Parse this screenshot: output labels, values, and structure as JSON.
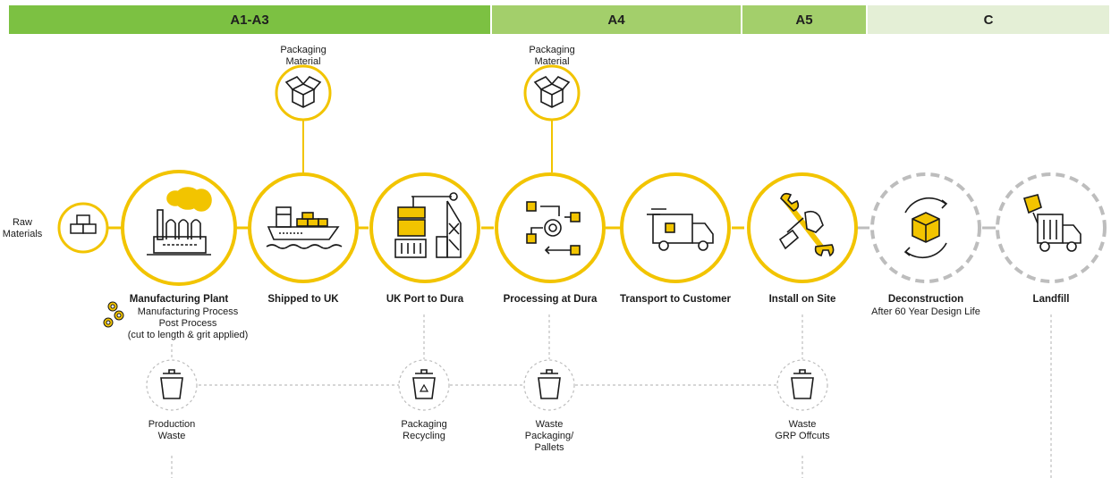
{
  "colors": {
    "phase_a13": "#7cc142",
    "phase_a4": "#a3cf6b",
    "phase_a5": "#a3cf6b",
    "phase_c": "#e4efd6",
    "accent": "#f2c400",
    "dashed_grey": "#bdbdbd",
    "icon_stroke": "#1a1a1a"
  },
  "phases": [
    {
      "label": "A1-A3"
    },
    {
      "label": "A4"
    },
    {
      "label": "A5"
    },
    {
      "label": "C"
    }
  ],
  "raw_materials": "Raw\nMaterials",
  "packaging_top": [
    {
      "label": "Packaging\nMaterial"
    },
    {
      "label": "Packaging\nMaterial"
    }
  ],
  "stages": [
    {
      "title": "Manufacturing Plant",
      "sub": [
        "Manufacturing Process",
        "Post Process",
        "(cut to length & grit applied)"
      ],
      "icon": "factory-icon"
    },
    {
      "title": "Shipped to UK",
      "sub": [],
      "icon": "ship-icon"
    },
    {
      "title": "UK Port to Dura",
      "sub": [],
      "icon": "port-crane-icon"
    },
    {
      "title": "Processing at Dura",
      "sub": [],
      "icon": "process-flow-icon"
    },
    {
      "title": "Transport to Customer",
      "sub": [],
      "icon": "truck-icon"
    },
    {
      "title": "Install on Site",
      "sub": [],
      "icon": "wrench-hand-icon"
    },
    {
      "title": "Deconstruction",
      "sub": [
        "After 60 Year Design Life"
      ],
      "icon": "box-cycle-icon"
    },
    {
      "title": "Landfill",
      "sub": [],
      "icon": "landfill-truck-icon"
    }
  ],
  "waste": [
    {
      "label": "Production\nWaste",
      "icon": "bin-icon"
    },
    {
      "label": "Packaging\nRecycling",
      "icon": "recycle-bin-icon"
    },
    {
      "label": "Waste\nPackaging/\nPallets",
      "icon": "bin-icon"
    },
    {
      "label": "Waste\nGRP Offcuts",
      "icon": "bin-icon"
    }
  ]
}
